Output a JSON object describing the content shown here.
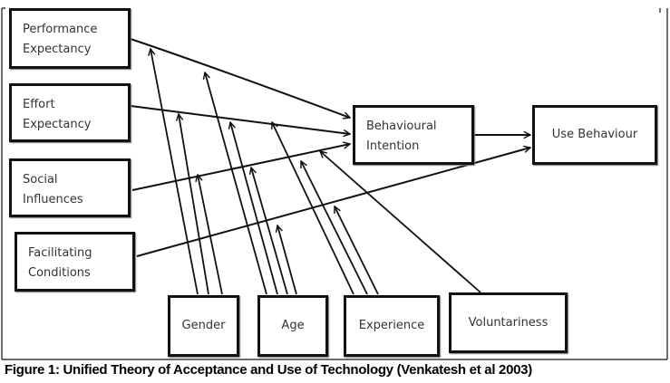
{
  "diagram": {
    "constructs": [
      {
        "id": "pe",
        "lines": [
          "Performance",
          "Expectancy"
        ]
      },
      {
        "id": "ee",
        "lines": [
          "Effort",
          "Expectancy"
        ]
      },
      {
        "id": "si",
        "lines": [
          "Social",
          "Influences"
        ]
      },
      {
        "id": "fc",
        "lines": [
          "Facilitating",
          "Conditions"
        ]
      }
    ],
    "intention": {
      "lines": [
        "Behavioural",
        "Intention"
      ]
    },
    "outcome": {
      "label": "Use Behaviour"
    },
    "moderators": [
      "Gender",
      "Age",
      "Experience",
      "Voluntariness"
    ],
    "edges": [
      [
        "Performance Expectancy",
        "Behavioural Intention"
      ],
      [
        "Effort Expectancy",
        "Behavioural Intention"
      ],
      [
        "Social Influences",
        "Behavioural Intention"
      ],
      [
        "Facilitating Conditions",
        "Use Behaviour"
      ],
      [
        "Behavioural Intention",
        "Use Behaviour"
      ]
    ]
  },
  "caption": "Figure 1: Unified Theory of Acceptance and Use of Technology (Venkatesh et al 2003)"
}
